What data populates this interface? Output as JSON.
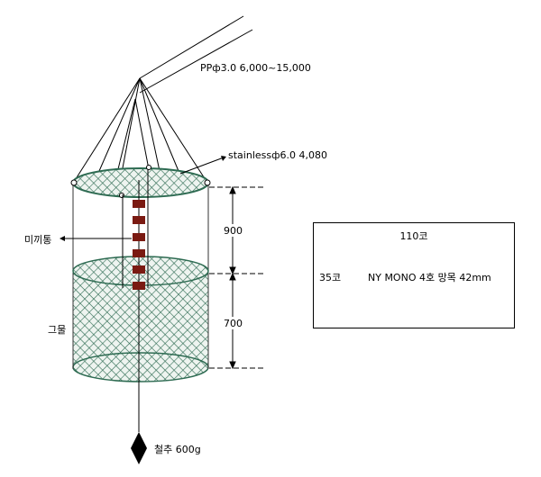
{
  "labels": {
    "rope": "PPф3.0  6,000~15,000",
    "ring": "stainlessф6.0 4,080",
    "bait_container": "미끼통",
    "net": "그물",
    "sinker": "철추 600g",
    "dim_upper": "900",
    "dim_lower": "700"
  },
  "spec_box": {
    "top": "110코",
    "left": "35코",
    "material": "NY MONO 4호 망목 42mm"
  },
  "colors": {
    "net": "#2e6b52",
    "net_fill": "#e6efe9",
    "bait": "#7a1a12",
    "line": "#000000"
  }
}
